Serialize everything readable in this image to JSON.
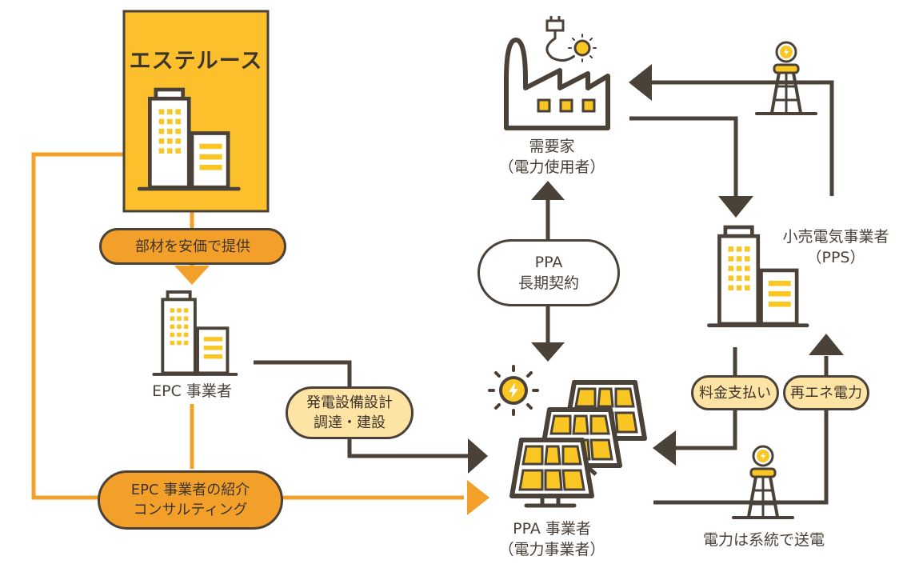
{
  "colors": {
    "dark": "#4a4138",
    "orange": "#f3a02b",
    "yellow": "#fbbf24",
    "panel_yellow": "#fcc02c",
    "cream": "#fde3a4",
    "window_yellow": "#f9c623"
  },
  "company": {
    "name": "エステルース"
  },
  "epc": {
    "label": "EPC 事業者"
  },
  "consumer": {
    "line1": "需要家",
    "line2": "（電力使用者）"
  },
  "ppa_operator": {
    "line1": "PPA 事業者",
    "line2": "（電力事業者）"
  },
  "retailer": {
    "line1": "小売電気事業者",
    "line2": "（PPS）"
  },
  "grid": {
    "label": "電力は系統で送電"
  },
  "pills": {
    "materials": "部材を安価で提供",
    "design_line1": "発電設備設計",
    "design_line2": "調達・建設",
    "intro_line1": "EPC 事業者の紹介",
    "intro_line2": "コンサルティング",
    "ppa_line1": "PPA",
    "ppa_line2": "長期契約",
    "payment": "料金支払い",
    "renewable": "再エネ電力"
  }
}
